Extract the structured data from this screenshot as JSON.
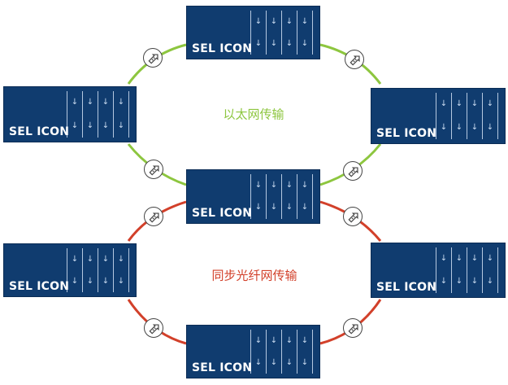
{
  "device_label": "SEL ICON",
  "ring_top": {
    "label": "以太网传输",
    "color": "#8dc63f"
  },
  "ring_bottom": {
    "label": "同步光纤网传输",
    "color": "#d2402a"
  },
  "device_color": "#103c6f",
  "icons": {
    "port_arrow": "down-arrow-glyph",
    "connector": "fiber-connector-icon"
  }
}
